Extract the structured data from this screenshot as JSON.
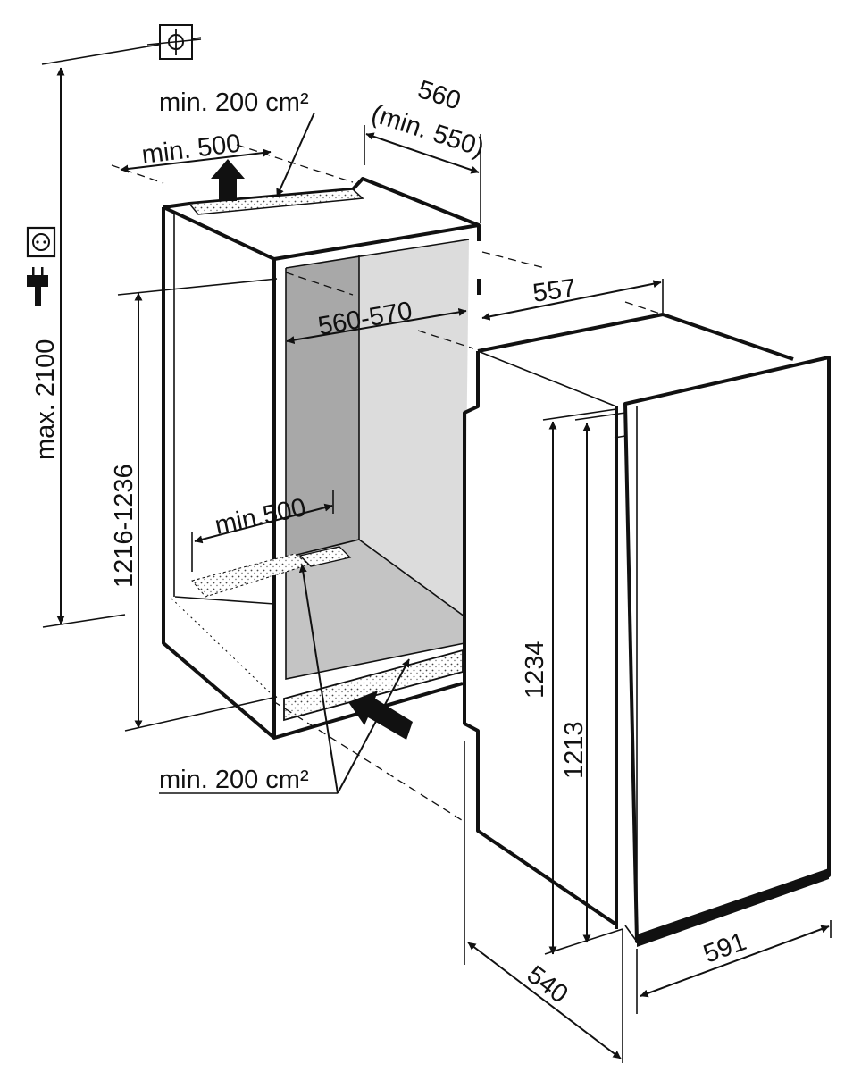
{
  "labels": {
    "top_vent_area": "min. 200 cm²",
    "top_opening_depth": "min. 500",
    "niche_depth": "560",
    "niche_depth_min": "(min. 550)",
    "niche_width": "560-570",
    "appliance_depth": "557",
    "max_height": "max. 2100",
    "niche_height": "1216-1236",
    "bottom_opening_depth": "min.500",
    "bottom_vent_area": "min. 200 cm²",
    "appliance_height": "1234",
    "door_height": "1213",
    "door_width": "591",
    "appliance_width": "540"
  },
  "icons": [
    "ceiling-outlet-icon",
    "socket-icon",
    "plug-icon",
    "airflow-arrow-up-icon",
    "airflow-arrow-in-icon"
  ],
  "colors": {
    "line": "#111111",
    "niche_back_wall": "#a8a8a8",
    "niche_side_wall": "#dcdcdc",
    "niche_floor": "#c4c4c4"
  }
}
